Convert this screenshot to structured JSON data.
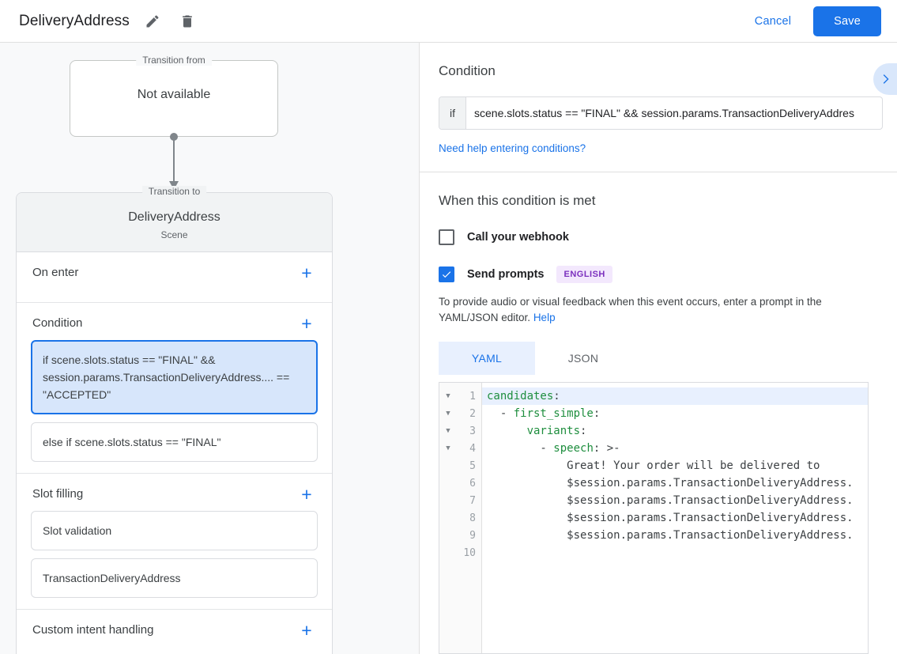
{
  "topbar": {
    "title": "DeliveryAddress",
    "edit_icon": "pencil-icon",
    "delete_icon": "trash-icon",
    "cancel_label": "Cancel",
    "save_label": "Save",
    "accent_color": "#1a73e8"
  },
  "graph": {
    "from": {
      "legend": "Transition from",
      "value": "Not available"
    },
    "to": {
      "legend": "Transition to",
      "name": "DeliveryAddress",
      "type": "Scene"
    }
  },
  "sections": [
    {
      "title": "On enter",
      "add_label": "+",
      "items": []
    },
    {
      "title": "Condition",
      "add_label": "+",
      "items": [
        {
          "text": "if scene.slots.status == \"FINAL\" && session.params.TransactionDeliveryAddress.... == \"ACCEPTED\"",
          "selected": true
        },
        {
          "text": "else if scene.slots.status == \"FINAL\"",
          "selected": false
        }
      ]
    },
    {
      "title": "Slot filling",
      "add_label": "+",
      "items": [
        {
          "text": "Slot validation",
          "selected": false
        },
        {
          "text": "TransactionDeliveryAddress",
          "selected": false
        }
      ]
    },
    {
      "title": "Custom intent handling",
      "add_label": "+",
      "items": []
    }
  ],
  "right": {
    "condition": {
      "heading": "Condition",
      "if_label": "if",
      "value": "scene.slots.status == \"FINAL\" && session.params.TransactionDeliveryAddres",
      "help_link": "Need help entering conditions?",
      "expand_icon": "chevron-right-icon"
    },
    "when_met": {
      "heading": "When this condition is met",
      "webhook": {
        "label": "Call your webhook",
        "checked": false
      },
      "prompts": {
        "label": "Send prompts",
        "checked": true,
        "badge": "ENGLISH",
        "badge_color": "#7b2fbe"
      },
      "helper_text": "To provide audio or visual feedback when this event occurs, enter a prompt in the YAML/JSON editor.",
      "helper_link": "Help"
    },
    "editor": {
      "tabs": [
        {
          "label": "YAML",
          "active": true
        },
        {
          "label": "JSON",
          "active": false
        }
      ],
      "line_count": 10,
      "fold_lines": [
        1,
        2,
        3,
        4
      ],
      "highlight_line": 1,
      "lines": [
        {
          "n": 1,
          "key": "candidates",
          "indent": 0,
          "prefix": "",
          "suffix": ""
        },
        {
          "n": 2,
          "key": "first_simple",
          "indent": 2,
          "prefix": "- ",
          "suffix": ""
        },
        {
          "n": 3,
          "key": "variants",
          "indent": 6,
          "prefix": "",
          "suffix": ""
        },
        {
          "n": 4,
          "key": "speech",
          "indent": 8,
          "prefix": "- ",
          "suffix": " >-"
        },
        {
          "n": 5,
          "key": "",
          "indent": 12,
          "prefix": "",
          "suffix": "",
          "text": "Great! Your order will be delivered to"
        },
        {
          "n": 6,
          "key": "",
          "indent": 12,
          "prefix": "",
          "suffix": "",
          "text": "$session.params.TransactionDeliveryAddress."
        },
        {
          "n": 7,
          "key": "",
          "indent": 12,
          "prefix": "",
          "suffix": "",
          "text": "$session.params.TransactionDeliveryAddress."
        },
        {
          "n": 8,
          "key": "",
          "indent": 12,
          "prefix": "",
          "suffix": "",
          "text": "$session.params.TransactionDeliveryAddress."
        },
        {
          "n": 9,
          "key": "",
          "indent": 12,
          "prefix": "",
          "suffix": "",
          "text": "$session.params.TransactionDeliveryAddress."
        },
        {
          "n": 10,
          "key": "",
          "indent": 0,
          "prefix": "",
          "suffix": "",
          "text": ""
        }
      ]
    }
  }
}
